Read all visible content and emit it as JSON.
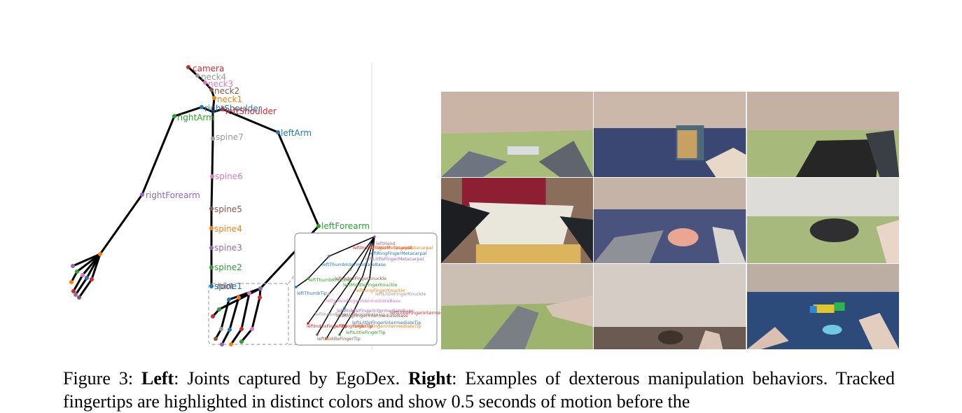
{
  "figure": {
    "skeleton": {
      "labels": {
        "camera": "camera",
        "neck4": "neck4",
        "neck3": "neck3",
        "neck2": "neck2",
        "neck1": "neck1",
        "rightShoulder": "rightShoulder",
        "leftShoulder": "leftShoulder",
        "rightArm": "rightArm",
        "leftArm": "leftArm",
        "spine7": "spine7",
        "spine6": "spine6",
        "spine5": "spine5",
        "spine4": "spine4",
        "spine3": "spine3",
        "spine2": "spine2",
        "spine1": "spine1",
        "root": "root",
        "rightForearm": "rightForearm",
        "leftForearm": "leftForearm"
      },
      "inset_labels": {
        "leftHand": "leftHand",
        "leftIndexFingerMetacarpal": "leftIndexFingerMetacarpal",
        "leftMiddleFingerMetacarpal": "leftMiddleFingerMetacarpal",
        "leftRingFingerMetacarpal": "leftRingFingerMetacarpal",
        "leftLittleFingerMetacarpal": "leftLittleFingerMetacarpal",
        "leftThumbIntermediateBase": "leftThumbIntermediateBase",
        "leftThumbKnuckle": "leftThumbKnuckle",
        "leftIndexFingerKnuckle": "leftIndexFingerKnuckle",
        "leftMiddleFingerKnuckle": "leftMiddleFingerKnuckle",
        "leftRingFingerKnuckle": "leftRingFingerKnuckle",
        "leftLittleFingerKnuckle": "leftLittleFingerKnuckle",
        "leftThumbTip": "leftThumbTip",
        "leftIndexFingerIntermediateBase": "leftIndexFingerIntermediateBase",
        "leftIndexFingerIntermediateTip": "leftIndexFingerIntermediateTip",
        "leftMiddleFingerIntermediateBase": "leftMiddleFingerIntermediateBase",
        "leftLittleFingerIntermediateBase": "leftLittleFingerIntermediateBase",
        "leftRingFingerIntermediateBase": "leftRingFingerIntermediateBase",
        "leftLittleFingerIntermediateTip": "leftLittleFingerIntermediateTip",
        "leftIndexFingerTip": "leftIndexFingerTip",
        "leftRingFingerIntermediateTip": "leftRingFingerIntermediateTip",
        "leftRingFingerTip": "leftRingFingerTip",
        "leftLittleFingerTip": "leftLittleFingerTip",
        "leftMiddleFingerTip": "leftMiddleFingerTip"
      }
    },
    "caption": {
      "prefix": "Figure 3: ",
      "left_label": "Left",
      "left_text": ": Joints captured by EgoDex. ",
      "right_label": "Right",
      "right_text": ": Examples of dexterous manipulation behaviors. Tracked fingertips are highlighted in distinct colors and show 0.5 seconds of motion before the"
    }
  }
}
